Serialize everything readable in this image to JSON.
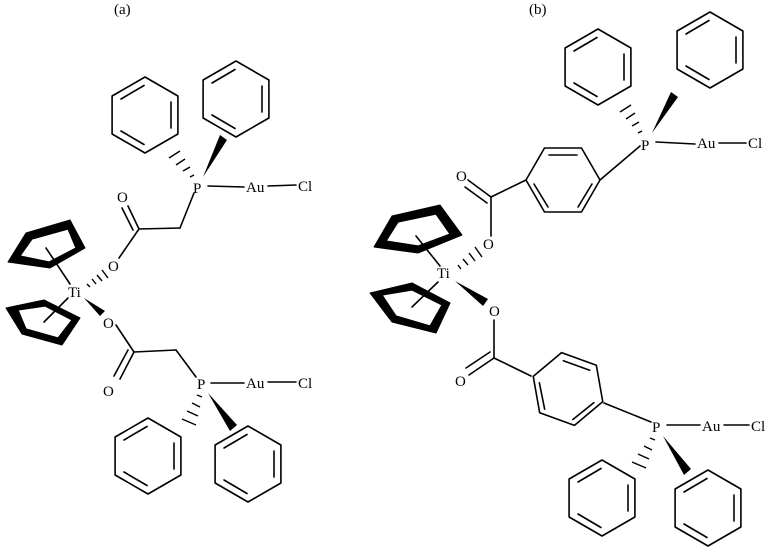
{
  "panels": [
    {
      "id": "a",
      "label": "(a)",
      "atoms": {
        "metal": "Ti",
        "oxygen_top": "O",
        "oxygen_bottom": "O",
        "carbonyl_top": "O",
        "carbonyl_bottom": "O",
        "phosphorus_top": "P",
        "phosphorus_bottom": "P",
        "gold_top": "Au",
        "gold_bottom": "Au",
        "chlorine_top": "Cl",
        "chlorine_bottom": "Cl"
      },
      "icons": [
        "cyclopentadienyl-ring-icon",
        "cyclopentadienyl-ring-icon",
        "phenyl-ring-icon",
        "phenyl-ring-icon",
        "phenyl-ring-icon",
        "phenyl-ring-icon"
      ]
    },
    {
      "id": "b",
      "label": "(b)",
      "atoms": {
        "metal": "Ti",
        "oxygen_top": "O",
        "oxygen_bottom": "O",
        "carbonyl_top": "O",
        "carbonyl_bottom": "O",
        "phosphorus_top": "P",
        "phosphorus_bottom": "P",
        "gold_top": "Au",
        "gold_bottom": "Au",
        "chlorine_top": "Cl",
        "chlorine_bottom": "Cl"
      },
      "icons": [
        "cyclopentadienyl-ring-icon",
        "cyclopentadienyl-ring-icon",
        "phenyl-ring-icon",
        "phenyl-ring-icon",
        "phenylene-ring-icon",
        "phenyl-ring-icon",
        "phenyl-ring-icon",
        "phenylene-ring-icon"
      ]
    }
  ]
}
